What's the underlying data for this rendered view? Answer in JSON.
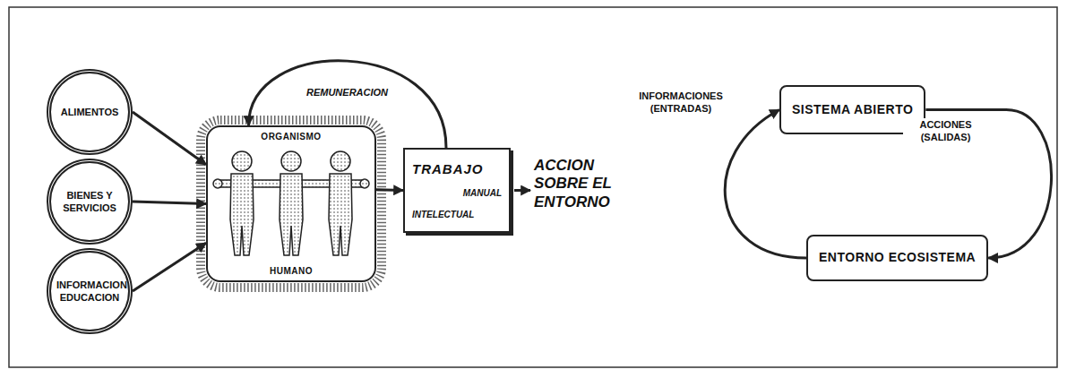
{
  "diagram": {
    "nodes": [
      {
        "text": [
          "ALIMENTOS"
        ]
      },
      {
        "text": [
          "BIENES Y SERVICIOS"
        ]
      },
      {
        "text": [
          "INFORMACION EDUCACION"
        ]
      },
      {
        "text": [
          "ORGANISMO",
          "HUMANO"
        ]
      },
      {
        "text": [
          "TRABAJO",
          "MANUAL",
          "INTELECTUAL"
        ]
      },
      {
        "text": [
          "SISTEMA ABIERTO"
        ]
      },
      {
        "text": [
          "ENTORNO ECOSISTEMA"
        ]
      }
    ],
    "edges": [
      {
        "from": 0,
        "to": 3,
        "arrow": "to"
      },
      {
        "from": 1,
        "to": 3,
        "arrow": "to"
      },
      {
        "from": 2,
        "to": 3,
        "arrow": "to"
      },
      {
        "from": 3,
        "to": 4,
        "arrow": "to"
      },
      {
        "from": 4,
        "to": 3,
        "label": "REMUNERACION",
        "arrow": "to"
      },
      {
        "from": 5,
        "to": 6,
        "label": "ACCIONES (SALIDAS)",
        "arrow": "to"
      },
      {
        "from": 6,
        "to": 5,
        "label": "INFORMACIONES (ENTRADAS)",
        "arrow": "to"
      }
    ],
    "labels": [
      "ACCION SOBRE EL ENTORNO"
    ]
  }
}
